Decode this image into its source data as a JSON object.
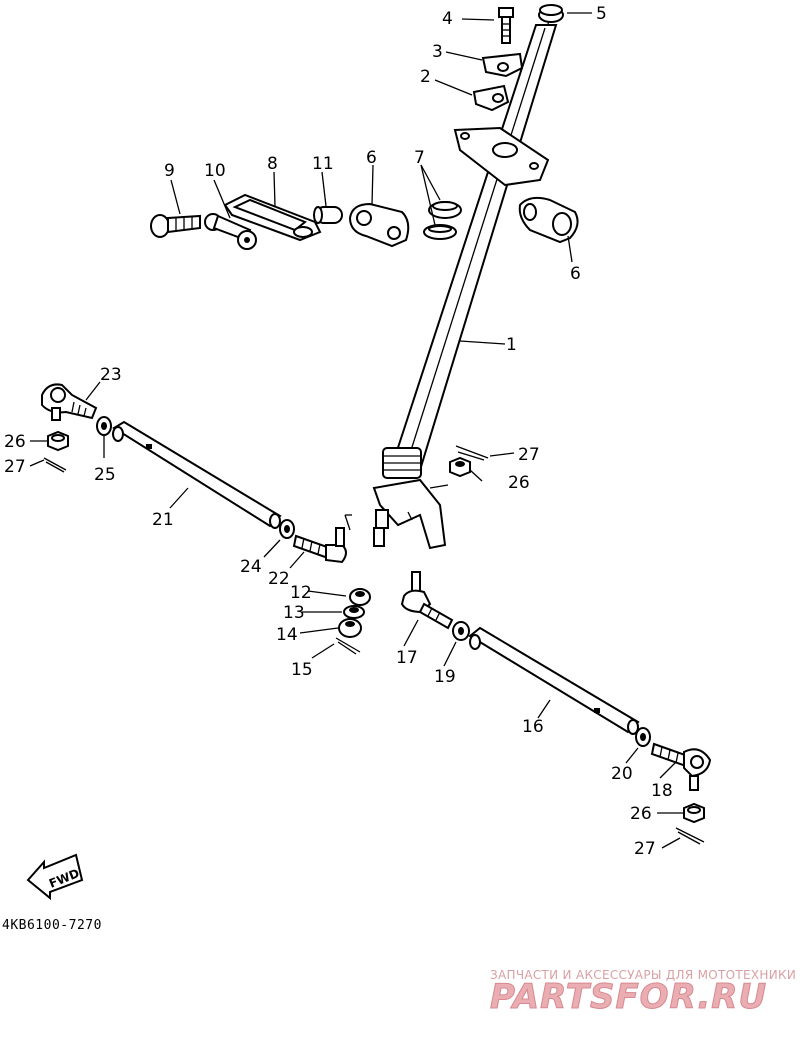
{
  "diagram": {
    "reference_code": "4KB6100-7270",
    "fwd_label": "FWD",
    "callouts": {
      "c1": "1",
      "c2": "2",
      "c3": "3",
      "c4": "4",
      "c5": "5",
      "c6a": "6",
      "c6b": "6",
      "c7": "7",
      "c8": "8",
      "c9": "9",
      "c10": "10",
      "c11": "11",
      "c12": "12",
      "c13": "13",
      "c14": "14",
      "c15": "15",
      "c16": "16",
      "c17": "17",
      "c18": "18",
      "c19": "19",
      "c20": "20",
      "c21": "21",
      "c22": "22",
      "c23": "23",
      "c24": "24",
      "c25": "25",
      "c26a": "26",
      "c26b": "26",
      "c26c": "26",
      "c27a": "27",
      "c27b": "27",
      "c27c": "27"
    }
  },
  "watermark": {
    "tagline": "ЗАПЧАСТИ И АКСЕССУАРЫ ДЛЯ МОТОТЕХНИКИ",
    "logo": "PARTSFOR.RU",
    "color": "#e8aeb2"
  }
}
